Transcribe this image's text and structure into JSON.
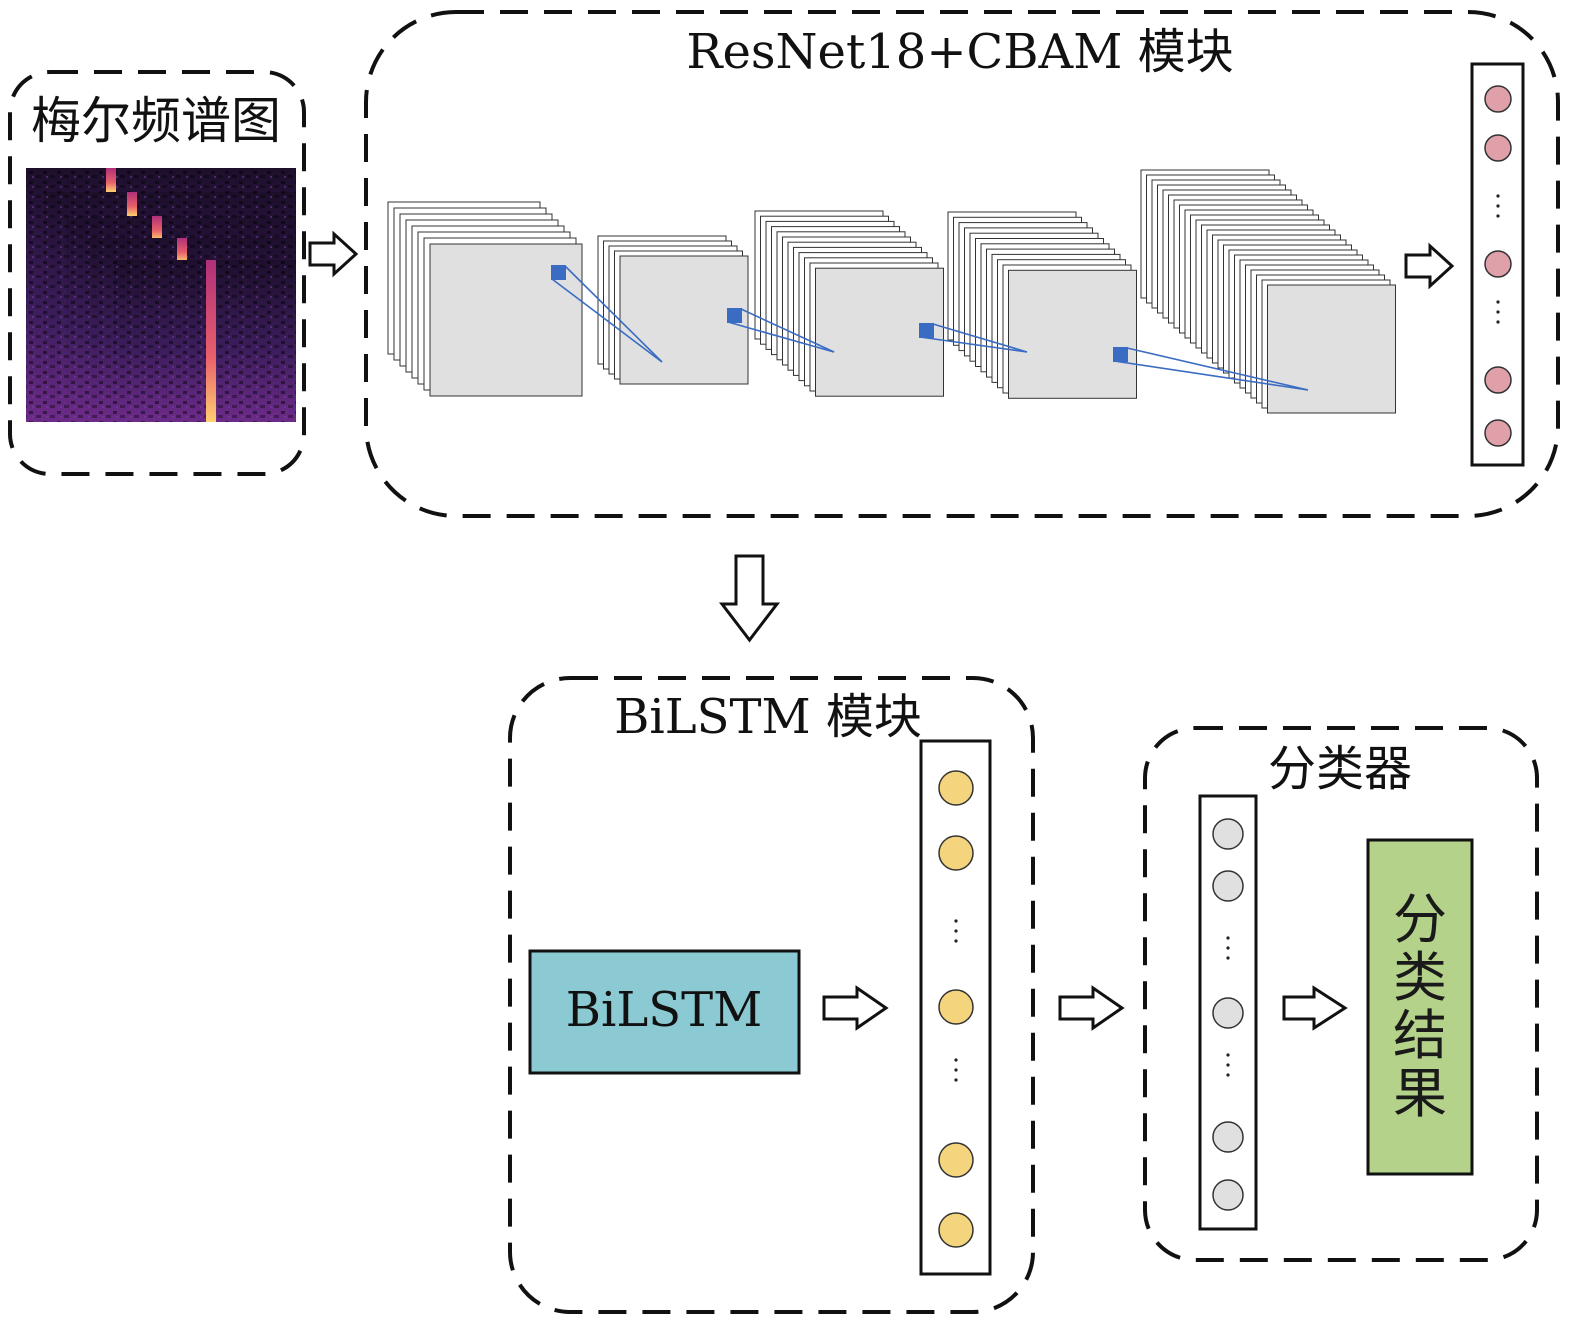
{
  "input": {
    "label": "梅尔频谱图"
  },
  "resnet": {
    "label": "ResNet18+CBAM 模块"
  },
  "bilstm": {
    "label": "BiLSTM 模块",
    "block_label": "BiLSTM"
  },
  "classifier": {
    "label": "分类器",
    "result_label": "分类结果"
  },
  "colors": {
    "feature_node": "#dfa0aa",
    "bilstm_node": "#f4d57e",
    "classifier_node": "#e0e0e0",
    "bilstm_block": "#8bcad3",
    "result_block": "#b4d28a",
    "feature_map": "#e0e0e0",
    "kernel": "#3b6cc4"
  }
}
